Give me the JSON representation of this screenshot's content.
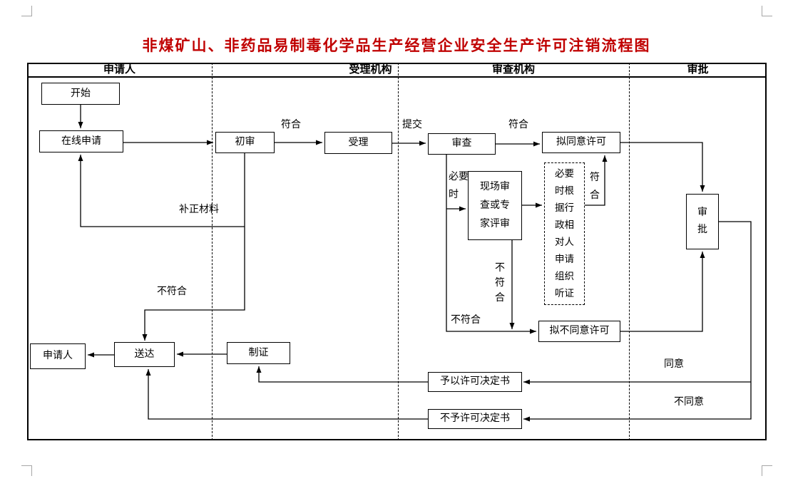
{
  "page": {
    "title": "非煤矿山、非药品易制毒化学品生产经营企业安全生产许可注销流程图",
    "title_color": "#c00000"
  },
  "lanes": {
    "applicant": "申请人",
    "acceptor": "受理机构",
    "reviewer": "审查机构",
    "approver": "审批"
  },
  "nodes": {
    "start": "开始",
    "online_apply": "在线申请",
    "initial_review": "初审",
    "accept": "受理",
    "review": "审查",
    "propose_approve": "拟同意许可",
    "onsite_or_expert": "现场审查或专家评审",
    "hearing": "必要时根据行政相对人申请组织听证",
    "approve": "审批",
    "propose_deny": "拟不同意许可",
    "applicant": "申请人",
    "deliver": "送达",
    "make_cert": "制证",
    "grant_decision": "予以许可决定书",
    "deny_decision": "不予许可决定书"
  },
  "edges": {
    "conform_initial": "符合",
    "submit": "提交",
    "conform_review": "符合",
    "when_necessary": "必要时",
    "supplement": "补正材料",
    "not_conform_initial": "不符合",
    "conform_after_hearing": "符合",
    "not_conform_onsite": "不符合",
    "not_conform_review": "不符合",
    "agree": "同意",
    "disagree": "不同意"
  }
}
